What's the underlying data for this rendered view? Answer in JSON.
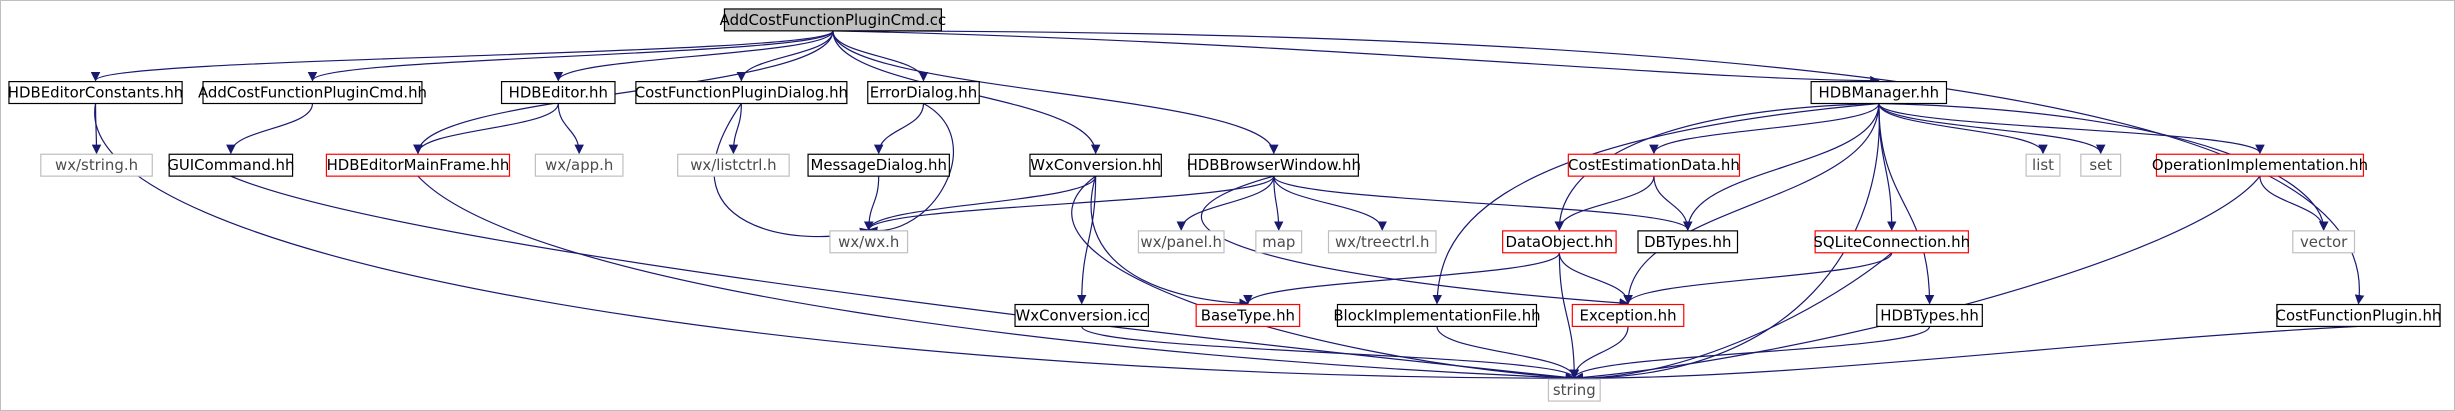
{
  "graph": {
    "colors": {
      "edge": "#191970",
      "root_fill": "#bfbfbf",
      "normal_border": "#000000",
      "incomplete_border": "#ff0000",
      "external_border": "#bfbfbf"
    },
    "nodes": [
      {
        "id": "root",
        "label": "AddCostFunctionPluginCmd.cc",
        "style": "root"
      },
      {
        "id": "hdbeditorconstants",
        "label": "HDBEditorConstants.hh",
        "style": "normal"
      },
      {
        "id": "addcostfunctionplugincmd",
        "label": "AddCostFunctionPluginCmd.hh",
        "style": "normal"
      },
      {
        "id": "hdbeditor",
        "label": "HDBEditor.hh",
        "style": "normal"
      },
      {
        "id": "costfunctionplugindialog",
        "label": "CostFunctionPluginDialog.hh",
        "style": "normal"
      },
      {
        "id": "errordialog",
        "label": "ErrorDialog.hh",
        "style": "normal"
      },
      {
        "id": "hdbmanager",
        "label": "HDBManager.hh",
        "style": "normal"
      },
      {
        "id": "wxstring",
        "label": "wx/string.h",
        "style": "external"
      },
      {
        "id": "guicommand",
        "label": "GUICommand.hh",
        "style": "normal"
      },
      {
        "id": "hdbeditormainframe",
        "label": "HDBEditorMainFrame.hh",
        "style": "incomplete"
      },
      {
        "id": "wxapp",
        "label": "wx/app.h",
        "style": "external"
      },
      {
        "id": "wxlistctrl",
        "label": "wx/listctrl.h",
        "style": "external"
      },
      {
        "id": "messagedialog",
        "label": "MessageDialog.hh",
        "style": "normal"
      },
      {
        "id": "wxconversion",
        "label": "WxConversion.hh",
        "style": "normal"
      },
      {
        "id": "hdbbrowserwindow",
        "label": "HDBBrowserWindow.hh",
        "style": "normal"
      },
      {
        "id": "costestimationdata",
        "label": "CostEstimationData.hh",
        "style": "incomplete"
      },
      {
        "id": "list",
        "label": "list",
        "style": "external"
      },
      {
        "id": "set",
        "label": "set",
        "style": "external"
      },
      {
        "id": "operationimplementation",
        "label": "OperationImplementation.hh",
        "style": "incomplete"
      },
      {
        "id": "wxwx",
        "label": "wx/wx.h",
        "style": "external"
      },
      {
        "id": "wxpanel",
        "label": "wx/panel.h",
        "style": "external"
      },
      {
        "id": "map",
        "label": "map",
        "style": "external"
      },
      {
        "id": "wxtreectrl",
        "label": "wx/treectrl.h",
        "style": "external"
      },
      {
        "id": "dataobject",
        "label": "DataObject.hh",
        "style": "incomplete"
      },
      {
        "id": "dbtypes",
        "label": "DBTypes.hh",
        "style": "normal"
      },
      {
        "id": "sqliteconnection",
        "label": "SQLiteConnection.hh",
        "style": "incomplete"
      },
      {
        "id": "vector",
        "label": "vector",
        "style": "external"
      },
      {
        "id": "wxconversionicc",
        "label": "WxConversion.icc",
        "style": "normal"
      },
      {
        "id": "basetype",
        "label": "BaseType.hh",
        "style": "incomplete"
      },
      {
        "id": "blockimplementationfile",
        "label": "BlockImplementationFile.hh",
        "style": "normal"
      },
      {
        "id": "exception",
        "label": "Exception.hh",
        "style": "incomplete"
      },
      {
        "id": "hdbtypes",
        "label": "HDBTypes.hh",
        "style": "normal"
      },
      {
        "id": "costfunctionplugin",
        "label": "CostFunctionPlugin.hh",
        "style": "normal"
      },
      {
        "id": "string",
        "label": "string",
        "style": "external"
      }
    ],
    "edges": [
      [
        "root",
        "hdbeditorconstants"
      ],
      [
        "root",
        "addcostfunctionplugincmd"
      ],
      [
        "root",
        "hdbeditormainframe"
      ],
      [
        "root",
        "hdbeditor"
      ],
      [
        "root",
        "costfunctionplugindialog"
      ],
      [
        "root",
        "errordialog"
      ],
      [
        "root",
        "wxconversion"
      ],
      [
        "root",
        "hdbbrowserwindow"
      ],
      [
        "root",
        "hdbmanager"
      ],
      [
        "root",
        "costfunctionplugin"
      ],
      [
        "hdbeditorconstants",
        "wxstring"
      ],
      [
        "hdbeditorconstants",
        "string"
      ],
      [
        "addcostfunctionplugincmd",
        "guicommand"
      ],
      [
        "guicommand",
        "string"
      ],
      [
        "hdbeditor",
        "hdbeditormainframe"
      ],
      [
        "hdbeditor",
        "wxapp"
      ],
      [
        "hdbeditormainframe",
        "string"
      ],
      [
        "costfunctionplugindialog",
        "wxlistctrl"
      ],
      [
        "costfunctionplugindialog",
        "wxwx"
      ],
      [
        "errordialog",
        "messagedialog"
      ],
      [
        "errordialog",
        "wxwx"
      ],
      [
        "messagedialog",
        "wxwx"
      ],
      [
        "wxconversion",
        "wxwx"
      ],
      [
        "wxconversion",
        "wxconversionicc"
      ],
      [
        "wxconversion",
        "basetype"
      ],
      [
        "wxconversion",
        "string"
      ],
      [
        "hdbbrowserwindow",
        "wxwx"
      ],
      [
        "hdbbrowserwindow",
        "wxpanel"
      ],
      [
        "hdbbrowserwindow",
        "map"
      ],
      [
        "hdbbrowserwindow",
        "wxtreectrl"
      ],
      [
        "hdbbrowserwindow",
        "dbtypes"
      ],
      [
        "hdbbrowserwindow",
        "exception"
      ],
      [
        "hdbmanager",
        "list"
      ],
      [
        "hdbmanager",
        "set"
      ],
      [
        "hdbmanager",
        "operationimplementation"
      ],
      [
        "hdbmanager",
        "costestimationdata"
      ],
      [
        "hdbmanager",
        "dataobject"
      ],
      [
        "hdbmanager",
        "dbtypes"
      ],
      [
        "hdbmanager",
        "sqliteconnection"
      ],
      [
        "hdbmanager",
        "vector"
      ],
      [
        "hdbmanager",
        "blockimplementationfile"
      ],
      [
        "hdbmanager",
        "exception"
      ],
      [
        "hdbmanager",
        "hdbtypes"
      ],
      [
        "hdbmanager",
        "string"
      ],
      [
        "costestimationdata",
        "dataobject"
      ],
      [
        "costestimationdata",
        "dbtypes"
      ],
      [
        "dataobject",
        "basetype"
      ],
      [
        "dataobject",
        "exception"
      ],
      [
        "dataobject",
        "string"
      ],
      [
        "sqliteconnection",
        "exception"
      ],
      [
        "sqliteconnection",
        "string"
      ],
      [
        "operationimplementation",
        "vector"
      ],
      [
        "operationimplementation",
        "string"
      ],
      [
        "wxconversionicc",
        "string"
      ],
      [
        "blockimplementationfile",
        "string"
      ],
      [
        "exception",
        "string"
      ],
      [
        "hdbtypes",
        "string"
      ],
      [
        "costfunctionplugin",
        "string"
      ]
    ]
  }
}
